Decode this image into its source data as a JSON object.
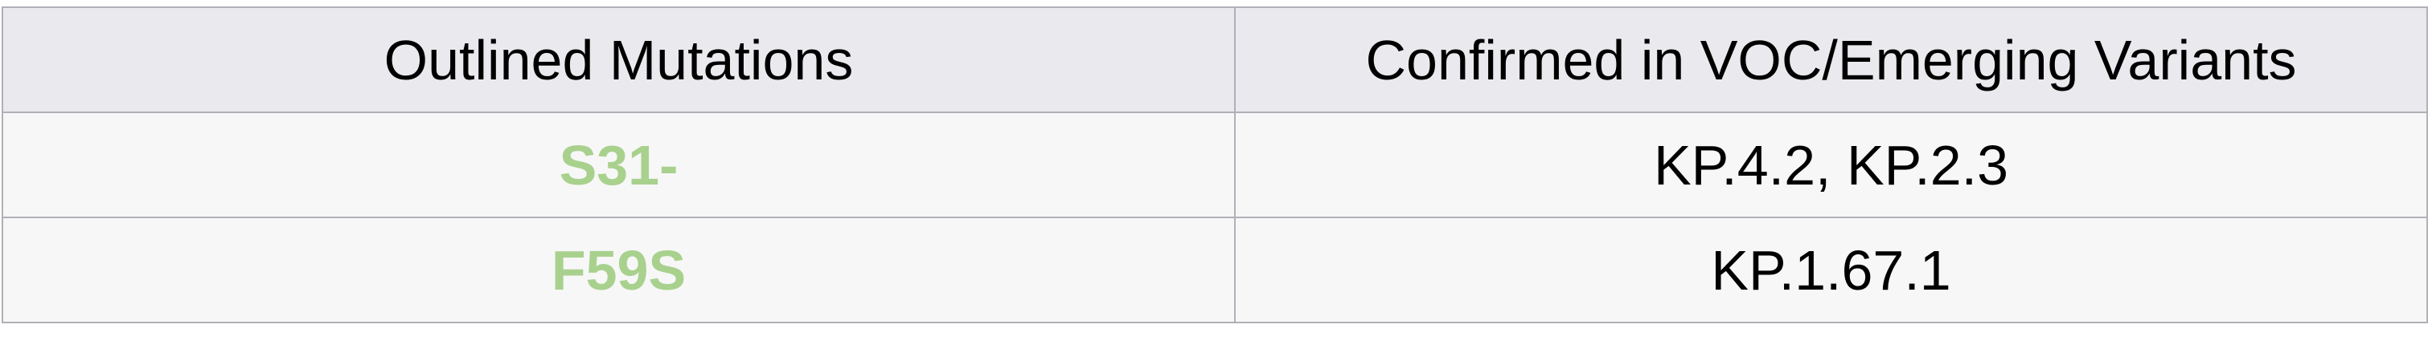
{
  "table": {
    "headers": [
      "Outlined Mutations",
      "Confirmed in VOC/Emerging Variants"
    ],
    "rows": [
      {
        "mutation": "S31-",
        "variants": "KP.4.2, KP.2.3"
      },
      {
        "mutation": "F59S",
        "variants": "KP.1.67.1"
      }
    ]
  },
  "colors": {
    "mutation_text": "#a9d18e",
    "header_bg": "#eaeaee",
    "row_bg": "#f7f7f7",
    "border": "#b0b0b8"
  }
}
